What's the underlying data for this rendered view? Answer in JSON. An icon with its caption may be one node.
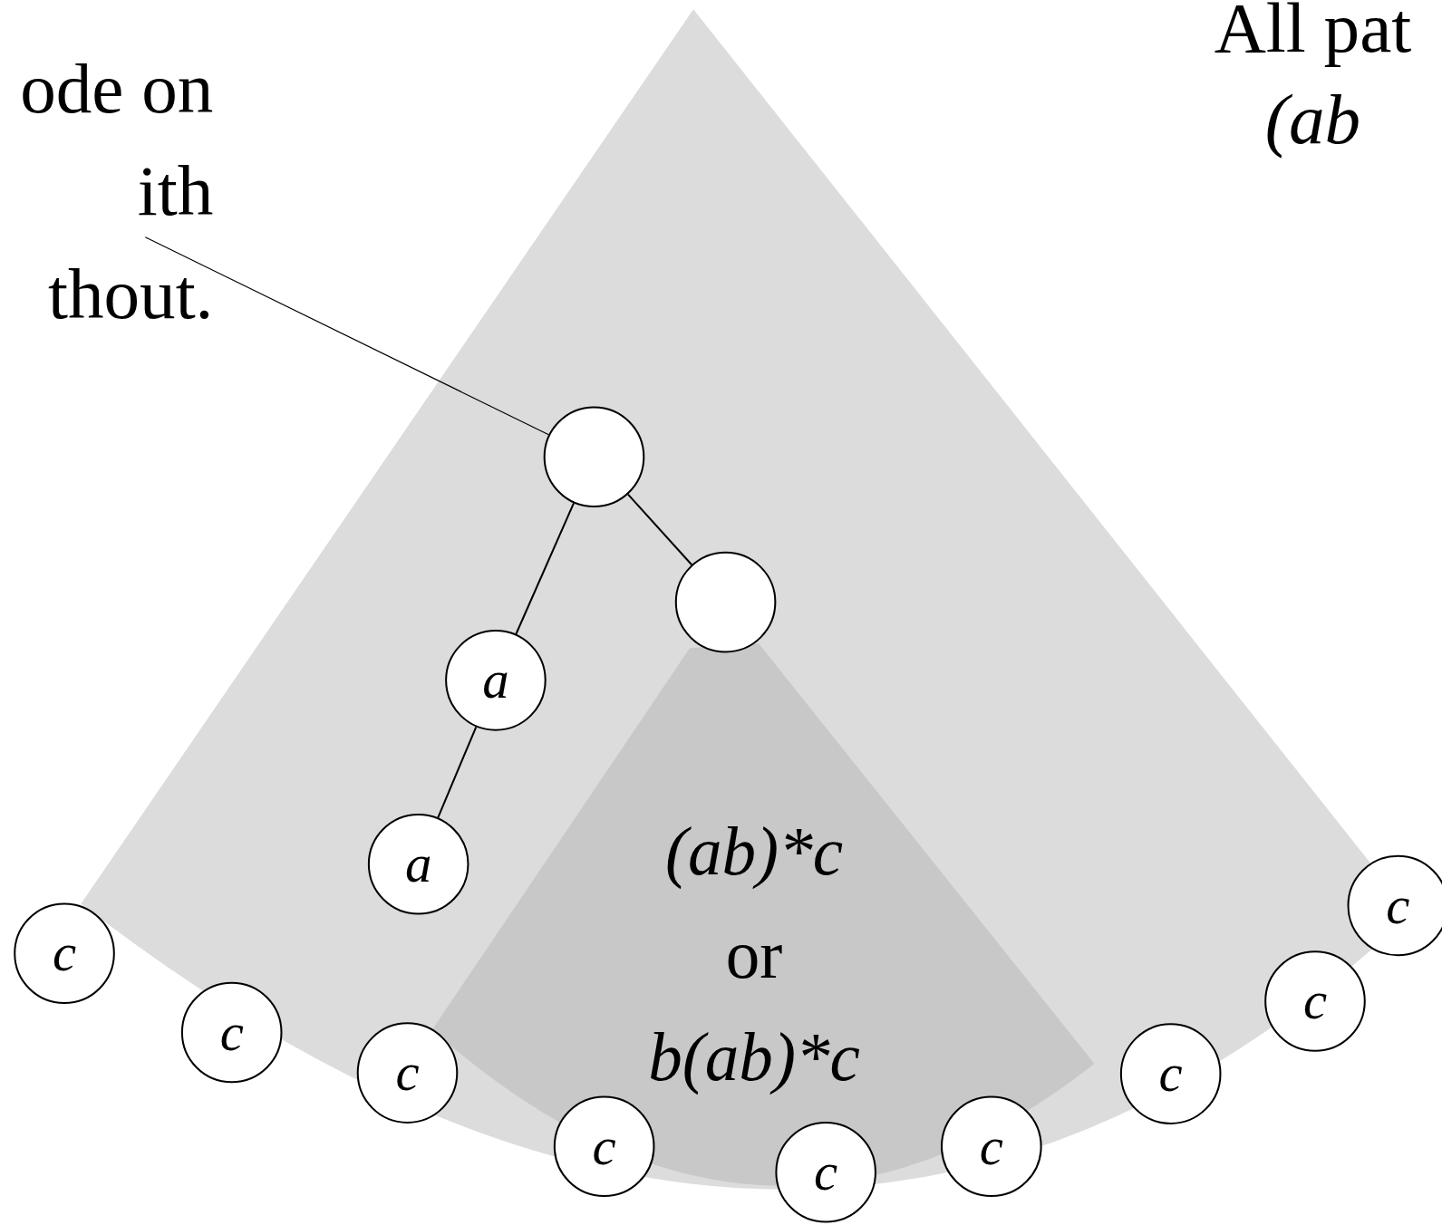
{
  "diagram": {
    "nodes": [
      {
        "text": [
          "ode on ith thout."
        ]
      },
      {
        "text": [],
        "shape": "circle"
      },
      {
        "text": [],
        "shape": "circle"
      },
      {
        "text": [
          "a"
        ]
      },
      {
        "text": [
          "(ab)*c",
          "or",
          "b(ab)*c"
        ]
      },
      {
        "text": [
          "a"
        ]
      },
      {
        "text": [
          "c"
        ]
      },
      {
        "text": [
          "c"
        ]
      },
      {
        "text": [
          "c"
        ]
      },
      {
        "text": [
          "c"
        ]
      },
      {
        "text": [
          "c"
        ]
      },
      {
        "text": [
          "c"
        ]
      },
      {
        "text": [
          "c"
        ]
      },
      {
        "text": [
          "c"
        ]
      },
      {
        "text": [
          "c"
        ]
      }
    ],
    "edges": [
      {
        "from": 0,
        "to": 1,
        "arrow": "none"
      },
      {
        "from": 1,
        "to": 3,
        "arrow": "none"
      },
      {
        "from": 1,
        "to": 2,
        "arrow": "none"
      },
      {
        "from": 3,
        "to": 5,
        "arrow": "none"
      }
    ],
    "labels": [
      "All pat *(ab*"
    ]
  }
}
